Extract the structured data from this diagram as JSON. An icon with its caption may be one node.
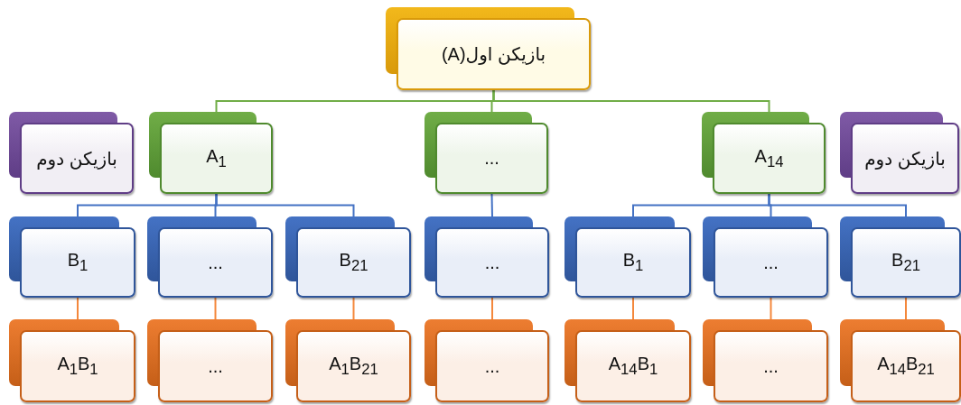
{
  "diagram": {
    "nodes": [
      {
        "text": [
          "بازیکن اول(A)"
        ]
      },
      {
        "text": [
          "بازیکن دوم"
        ]
      },
      {
        "text": [
          "A$_{1}$"
        ]
      },
      {
        "text": [
          "..."
        ]
      },
      {
        "text": [
          "A$_{14}$"
        ]
      },
      {
        "text": [
          "بازیکن دوم"
        ]
      },
      {
        "text": [
          "B$_{1}$"
        ]
      },
      {
        "text": [
          "..."
        ]
      },
      {
        "text": [
          "B$_{21}$"
        ]
      },
      {
        "text": [
          "..."
        ]
      },
      {
        "text": [
          "B$_{1}$"
        ]
      },
      {
        "text": [
          "..."
        ]
      },
      {
        "text": [
          "B$_{21}$"
        ]
      },
      {
        "text": [
          "A$_{1}$B$_{1}$"
        ]
      },
      {
        "text": [
          "..."
        ]
      },
      {
        "text": [
          "A$_{1}$B$_{21}$"
        ]
      },
      {
        "text": [
          "..."
        ]
      },
      {
        "text": [
          "A$_{14}$B$_{1}$"
        ]
      },
      {
        "text": [
          "..."
        ]
      },
      {
        "text": [
          "A$_{14}$B$_{21}$"
        ]
      }
    ],
    "edges": [
      {
        "from": 0,
        "to": 2,
        "arrow": "none",
        "color": "#70ad47"
      },
      {
        "from": 0,
        "to": 3,
        "arrow": "none",
        "color": "#70ad47"
      },
      {
        "from": 0,
        "to": 4,
        "arrow": "none",
        "color": "#70ad47"
      },
      {
        "from": 2,
        "to": 6,
        "arrow": "none"
      },
      {
        "from": 2,
        "to": 7,
        "arrow": "none"
      },
      {
        "from": 2,
        "to": 8,
        "arrow": "none"
      },
      {
        "from": 3,
        "to": 9,
        "arrow": "none"
      },
      {
        "from": 4,
        "to": 10,
        "arrow": "none"
      },
      {
        "from": 4,
        "to": 11,
        "arrow": "none"
      },
      {
        "from": 4,
        "to": 12,
        "arrow": "none"
      },
      {
        "from": 6,
        "to": 13,
        "arrow": "none",
        "color": "#f4883c"
      },
      {
        "from": 7,
        "to": 14,
        "arrow": "none",
        "color": "#f4883c"
      },
      {
        "from": 8,
        "to": 15,
        "arrow": "none",
        "color": "#f4883c"
      },
      {
        "from": 9,
        "to": 16,
        "arrow": "none",
        "color": "#f4883c"
      },
      {
        "from": 10,
        "to": 17,
        "arrow": "none",
        "color": "#f4883c"
      },
      {
        "from": 11,
        "to": 18,
        "arrow": "none",
        "color": "#f4883c"
      },
      {
        "from": 12,
        "to": 19,
        "arrow": "none",
        "color": "#f4883c"
      }
    ]
  }
}
